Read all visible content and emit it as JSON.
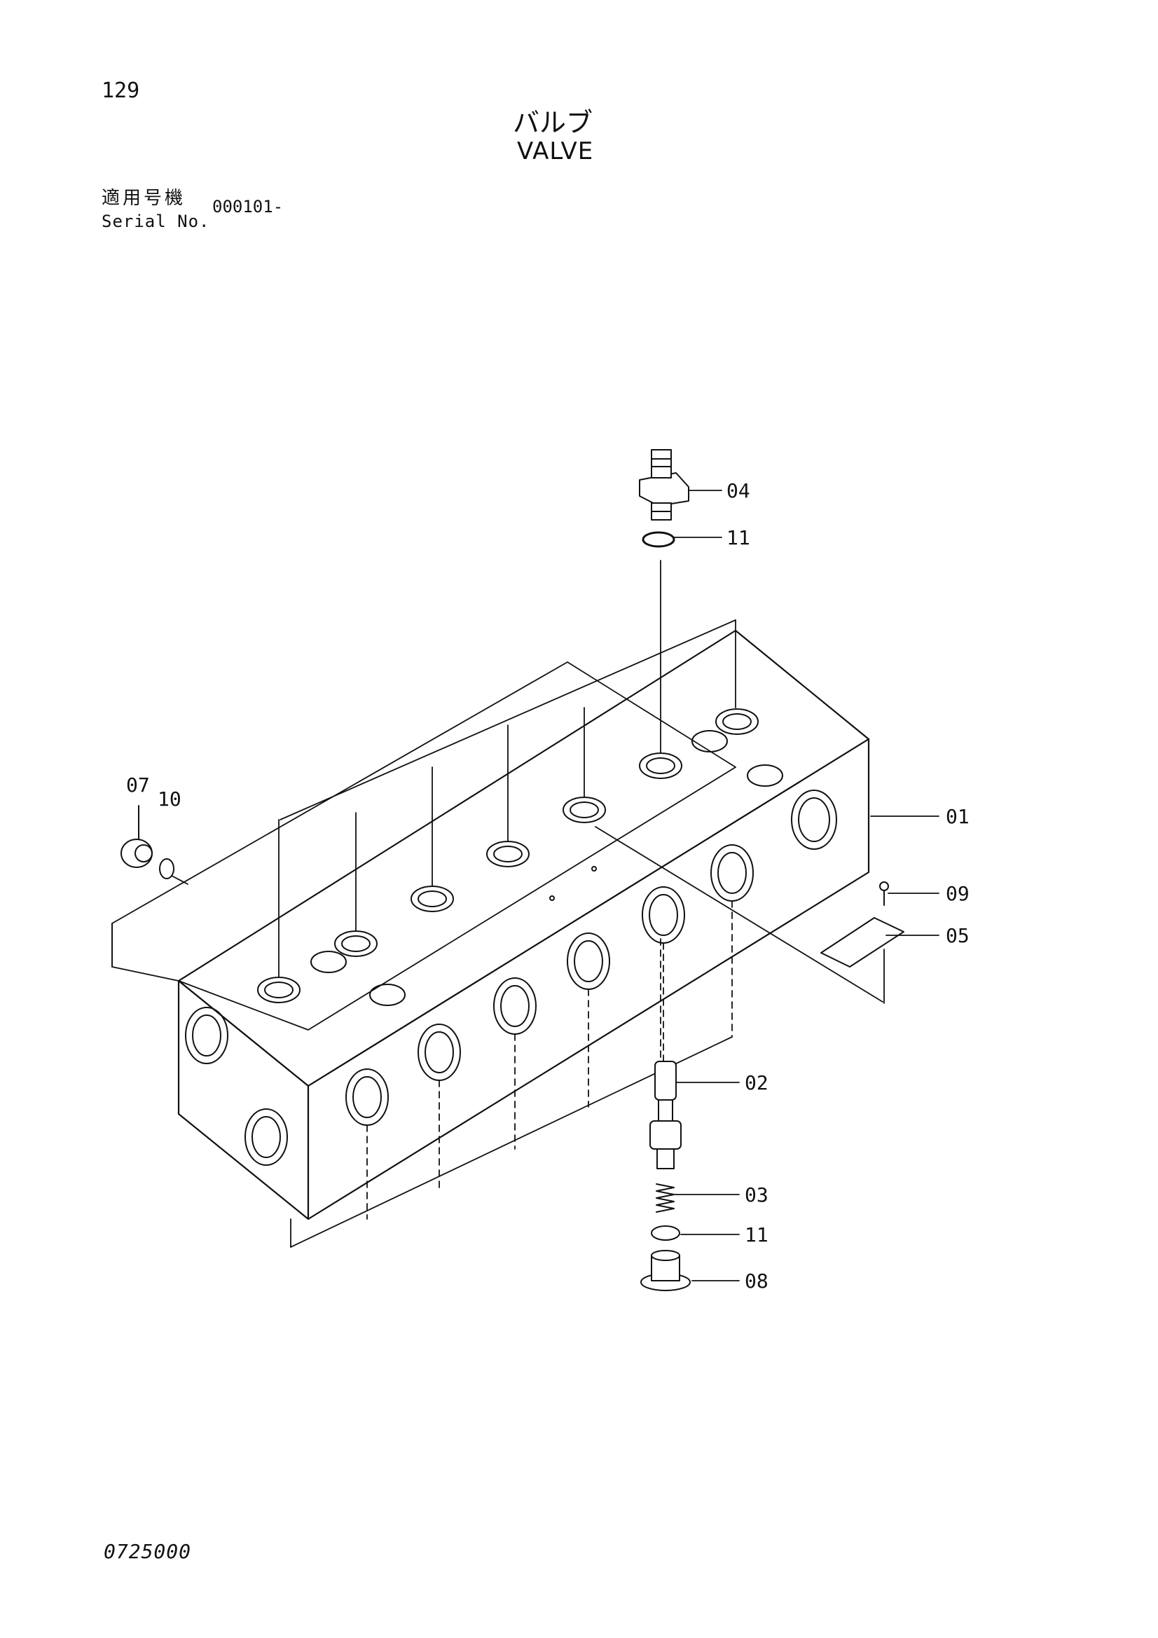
{
  "header": {
    "page_number": "129",
    "title_jp": "バルブ",
    "title_en": "VALVE",
    "serial_label_jp": "適用号機",
    "serial_label_en": "Serial No.",
    "serial_value": "000101-"
  },
  "footer": {
    "doc_code": "0725000"
  },
  "callouts": [
    {
      "id": "01",
      "part": "valve-body"
    },
    {
      "id": "02",
      "part": "spool"
    },
    {
      "id": "03",
      "part": "spring"
    },
    {
      "id": "04",
      "part": "fitting"
    },
    {
      "id": "05",
      "part": "name-plate"
    },
    {
      "id": "07",
      "part": "plug"
    },
    {
      "id": "08",
      "part": "plug"
    },
    {
      "id": "09",
      "part": "screw"
    },
    {
      "id": "10",
      "part": "o-ring"
    },
    {
      "id": "11",
      "part": "o-ring"
    }
  ]
}
